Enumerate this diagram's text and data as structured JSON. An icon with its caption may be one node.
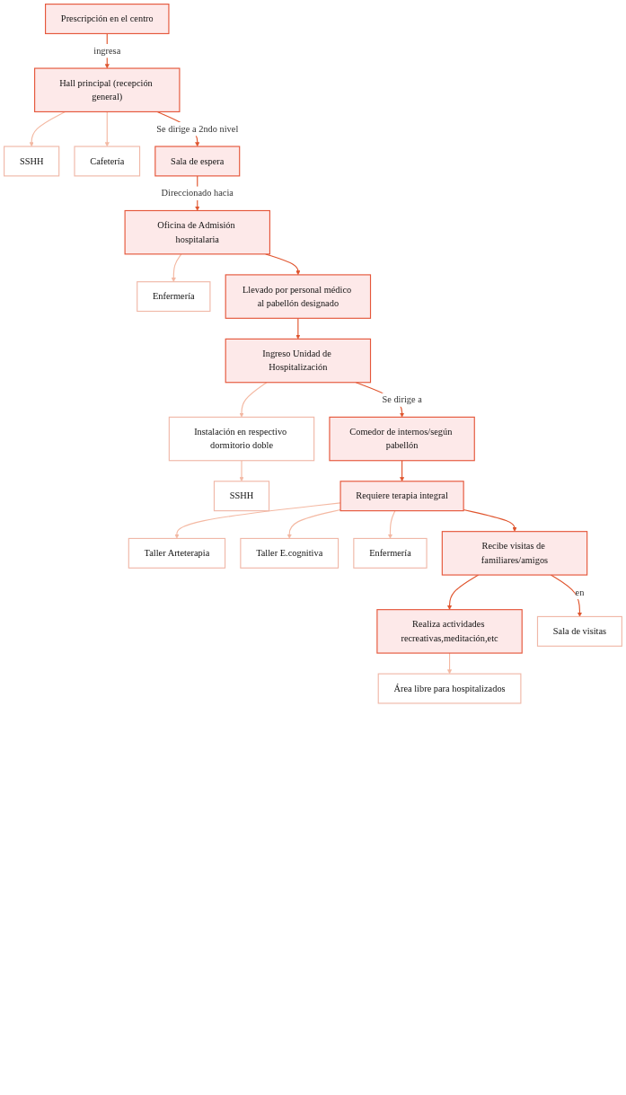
{
  "diagram": {
    "nodes": [
      {
        "text": [
          "Prescripción en el centro"
        ]
      },
      {
        "text": [
          "SSHH"
        ]
      },
      {
        "text": [
          "Hall principal (recepción general)"
        ]
      },
      {
        "text": [
          "Cafetería"
        ]
      },
      {
        "text": [
          "Sala de espera"
        ]
      },
      {
        "text": [
          "Oficina de Admisión hospitalaria"
        ]
      },
      {
        "text": [
          "Enfermería"
        ]
      },
      {
        "text": [
          "Llevado por personal médico al pabellón designado"
        ]
      },
      {
        "text": [
          "Ingreso Unidad de Hospitalización"
        ]
      },
      {
        "text": [
          "Instalación en respectivo dormitorio doble"
        ]
      },
      {
        "text": [
          "SSHH"
        ]
      },
      {
        "text": [
          "Comedor de internos/según pabellón"
        ]
      },
      {
        "text": [
          "Requiere terapia integral"
        ]
      },
      {
        "text": [
          "Taller Arteterapia"
        ]
      },
      {
        "text": [
          "Taller E.cognitiva"
        ]
      },
      {
        "text": [
          "Enfermería"
        ]
      },
      {
        "text": [
          "Recibe visitas de familiares/amigos"
        ]
      },
      {
        "text": [
          "Realiza actividades recreativas,meditación,etc"
        ]
      },
      {
        "text": [
          "Sala de visitas"
        ]
      },
      {
        "text": [
          "Área libre para hospitalizados"
        ]
      }
    ],
    "edges": [
      {
        "from": 0,
        "to": 2,
        "arrow": "to",
        "label": "ingresa"
      },
      {
        "from": 2,
        "to": 1,
        "arrow": "to",
        "color": "#f4b9a3"
      },
      {
        "from": 2,
        "to": 3,
        "arrow": "to",
        "color": "#f4b9a3"
      },
      {
        "from": 2,
        "to": 4,
        "arrow": "to",
        "label": "Se dirige a 2ndo nivel"
      },
      {
        "from": 4,
        "to": 5,
        "arrow": "to",
        "label": "Direccionado hacia"
      },
      {
        "from": 5,
        "to": 6,
        "arrow": "to",
        "color": "#f4b9a3"
      },
      {
        "from": 5,
        "to": 7,
        "arrow": "to"
      },
      {
        "from": 7,
        "to": 8,
        "arrow": "to"
      },
      {
        "from": 8,
        "to": 9,
        "arrow": "to",
        "color": "#f4b9a3"
      },
      {
        "from": 9,
        "to": 10,
        "arrow": "to",
        "color": "#f4b9a3"
      },
      {
        "from": 8,
        "to": 11,
        "arrow": "to",
        "label": "Se dirige a"
      },
      {
        "from": 11,
        "to": 12,
        "arrow": "to"
      },
      {
        "from": 12,
        "to": 13,
        "arrow": "to",
        "color": "#f4b9a3"
      },
      {
        "from": 12,
        "to": 14,
        "arrow": "to",
        "color": "#f4b9a3"
      },
      {
        "from": 12,
        "to": 15,
        "arrow": "to",
        "color": "#f4b9a3"
      },
      {
        "from": 12,
        "to": 16,
        "arrow": "to"
      },
      {
        "from": 16,
        "to": 17,
        "arrow": "to"
      },
      {
        "from": 16,
        "to": 18,
        "arrow": "to",
        "label": "en"
      },
      {
        "from": 17,
        "to": 19,
        "arrow": "to",
        "color": "#f4b9a3"
      }
    ]
  }
}
